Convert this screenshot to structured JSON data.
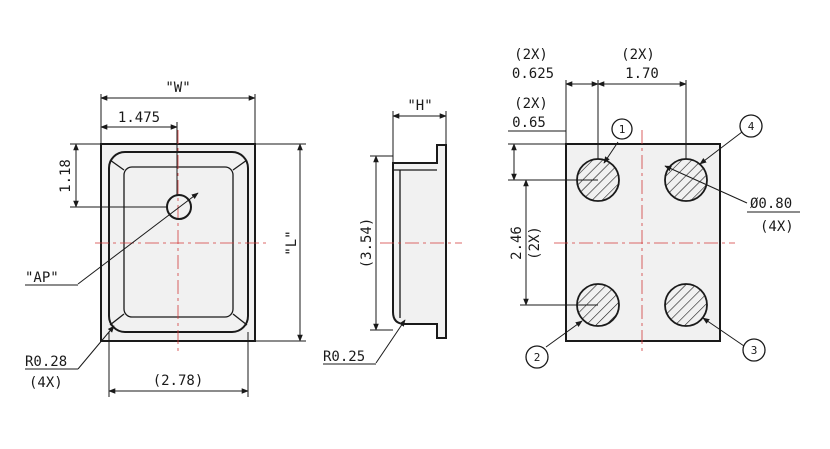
{
  "top_view": {
    "width_label": "\"W\"",
    "offset_label": "1.475",
    "vertical_offset_label": "1.18",
    "length_label": "\"L\"",
    "port_label": "\"AP\"",
    "radius_label": "R0.28",
    "radius_count": "(4X)",
    "inner_width_label": "(2.78)"
  },
  "side_view": {
    "height_label": "\"H\"",
    "inner_length_label": "(3.54)",
    "radius_label": "R0.25"
  },
  "bottom_view": {
    "pad_offset_count": "(2X)",
    "pad_offset_label": "0.625",
    "pad_pitch_x_count": "(2X)",
    "pad_pitch_x_label": "1.70",
    "pad_edge_count": "(2X)",
    "pad_edge_label": "0.65",
    "pad_pitch_y_label": "2.46",
    "pad_pitch_y_count": "(2X)",
    "pad_diameter_label": "Ø0.80",
    "pad_diameter_count": "(4X)",
    "pins": [
      "1",
      "2",
      "3",
      "4"
    ]
  }
}
